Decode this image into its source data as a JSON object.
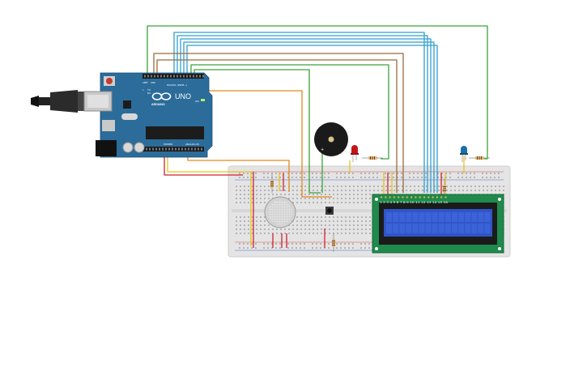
{
  "arduino": {
    "brand": "ARDUINO",
    "model": "UNO",
    "digital_label": "DIGITAL (PWM~)",
    "power_label": "POWER",
    "analog_label": "ANALOG IN",
    "tx_label": "TX",
    "rx_label": "RX",
    "on_label": "ON",
    "l_label": "L",
    "aref_label": "AREF",
    "gnd_label": "GND"
  },
  "lcd": {
    "pin_numbers": "1 2 3 4 5 6 7 8 9 10 11 12 13 14 15 16"
  },
  "colors": {
    "arduino_board": "#2b6c9a",
    "breadboard": "#e4e4e4",
    "lcd_pcb": "#1f8a4c",
    "lcd_screen": "#2f55c8",
    "wire_green": "#3aa33a",
    "wire_blue": "#2f9fd0",
    "wire_brown": "#9a6b3c",
    "wire_orange": "#e08a1e",
    "wire_red": "#d2222d",
    "wire_yellow": "#e8c21a",
    "led_red": "#c0161b",
    "led_blue": "#1b6fa8",
    "buzzer": "#1a1a1a"
  }
}
